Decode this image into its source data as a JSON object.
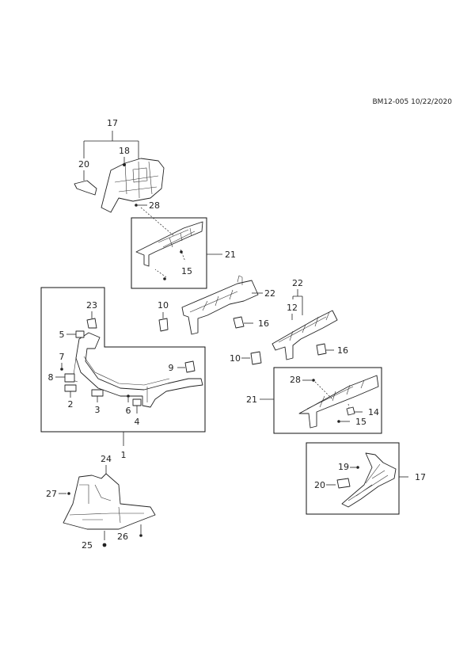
{
  "header": {
    "reference": "BM12-005 10/22/2020"
  },
  "callouts": {
    "c17_top": "17",
    "c18": "18",
    "c20_top": "20",
    "c28_top": "28",
    "c21_top": "21",
    "c15_top": "15",
    "c10_mid": "10",
    "c22_mid": "22",
    "c16_mid": "16",
    "c22_right": "22",
    "c12": "12",
    "c16_right": "16",
    "c10_right": "10",
    "c23": "23",
    "c5": "5",
    "c7": "7",
    "c8": "8",
    "c9": "9",
    "c2": "2",
    "c3": "3",
    "c6": "6",
    "c4": "4",
    "c1": "1",
    "c28_low": "28",
    "c21_low": "21",
    "c14": "14",
    "c15_low": "15",
    "c24": "24",
    "c27": "27",
    "c25": "25",
    "c26": "26",
    "c19": "19",
    "c20_low": "20",
    "c17_low": "17"
  }
}
